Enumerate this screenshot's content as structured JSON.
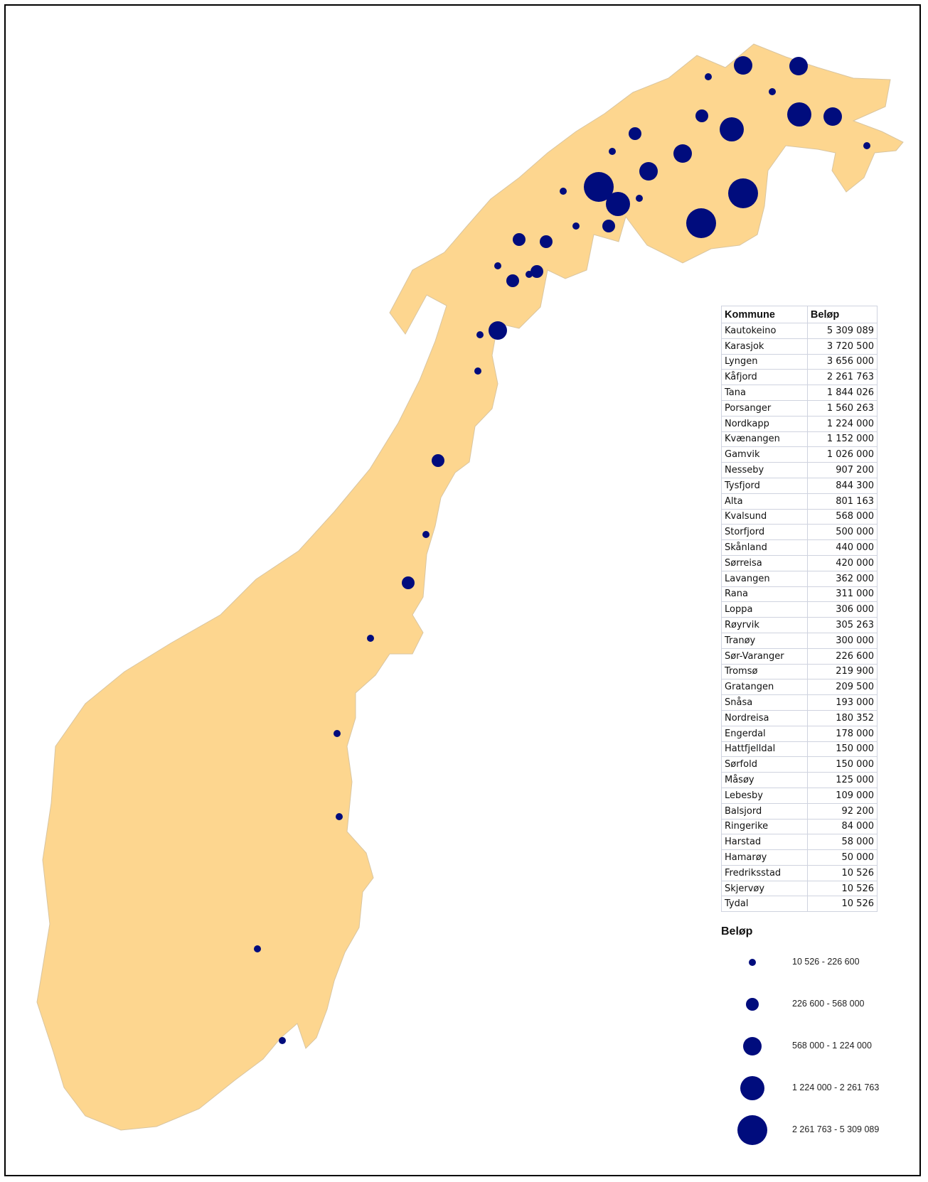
{
  "colors": {
    "land": "#fdd68f",
    "boundary": "#d9c5a0",
    "bubble": "#000c7d"
  },
  "table": {
    "headers": [
      "Kommune",
      "Beløp"
    ],
    "rows": [
      [
        "Kautokeino",
        "5 309 089"
      ],
      [
        "Karasjok",
        "3 720 500"
      ],
      [
        "Lyngen",
        "3 656 000"
      ],
      [
        "Kåfjord",
        "2 261 763"
      ],
      [
        "Tana",
        "1 844 026"
      ],
      [
        "Porsanger",
        "1 560 263"
      ],
      [
        "Nordkapp",
        "1 224 000"
      ],
      [
        "Kvænangen",
        "1 152 000"
      ],
      [
        "Gamvik",
        "1 026 000"
      ],
      [
        "Nesseby",
        "907 200"
      ],
      [
        "Tysfjord",
        "844 300"
      ],
      [
        "Alta",
        "801 163"
      ],
      [
        "Kvalsund",
        "568 000"
      ],
      [
        "Storfjord",
        "500 000"
      ],
      [
        "Skånland",
        "440 000"
      ],
      [
        "Sørreisa",
        "420 000"
      ],
      [
        "Lavangen",
        "362 000"
      ],
      [
        "Rana",
        "311 000"
      ],
      [
        "Loppa",
        "306 000"
      ],
      [
        "Røyrvik",
        "305 263"
      ],
      [
        "Tranøy",
        "300 000"
      ],
      [
        "Sør-Varanger",
        "226 600"
      ],
      [
        "Tromsø",
        "219 900"
      ],
      [
        "Gratangen",
        "209 500"
      ],
      [
        "Snåsa",
        "193 000"
      ],
      [
        "Nordreisa",
        "180 352"
      ],
      [
        "Engerdal",
        "178 000"
      ],
      [
        "Hattfjelldal",
        "150 000"
      ],
      [
        "Sørfold",
        "150 000"
      ],
      [
        "Måsøy",
        "125 000"
      ],
      [
        "Lebesby",
        "109 000"
      ],
      [
        "Balsjord",
        "92 200"
      ],
      [
        "Ringerike",
        "84 000"
      ],
      [
        "Harstad",
        "58 000"
      ],
      [
        "Hamarøy",
        "50 000"
      ],
      [
        "Fredriksstad",
        "10 526"
      ],
      [
        "Skjervøy",
        "10 526"
      ],
      [
        "Tydal",
        "10 526"
      ]
    ]
  },
  "legend": {
    "title": "Beløp",
    "classes": [
      {
        "label": "10 526 - 226 600",
        "level": 1
      },
      {
        "label": "226 600 - 568 000",
        "level": 2
      },
      {
        "label": "568 000 - 1 224 000",
        "level": 3
      },
      {
        "label": "1 224 000 - 2 261 763",
        "level": 4
      },
      {
        "label": "2 261 763 - 5 309 089",
        "level": 5
      }
    ]
  }
}
